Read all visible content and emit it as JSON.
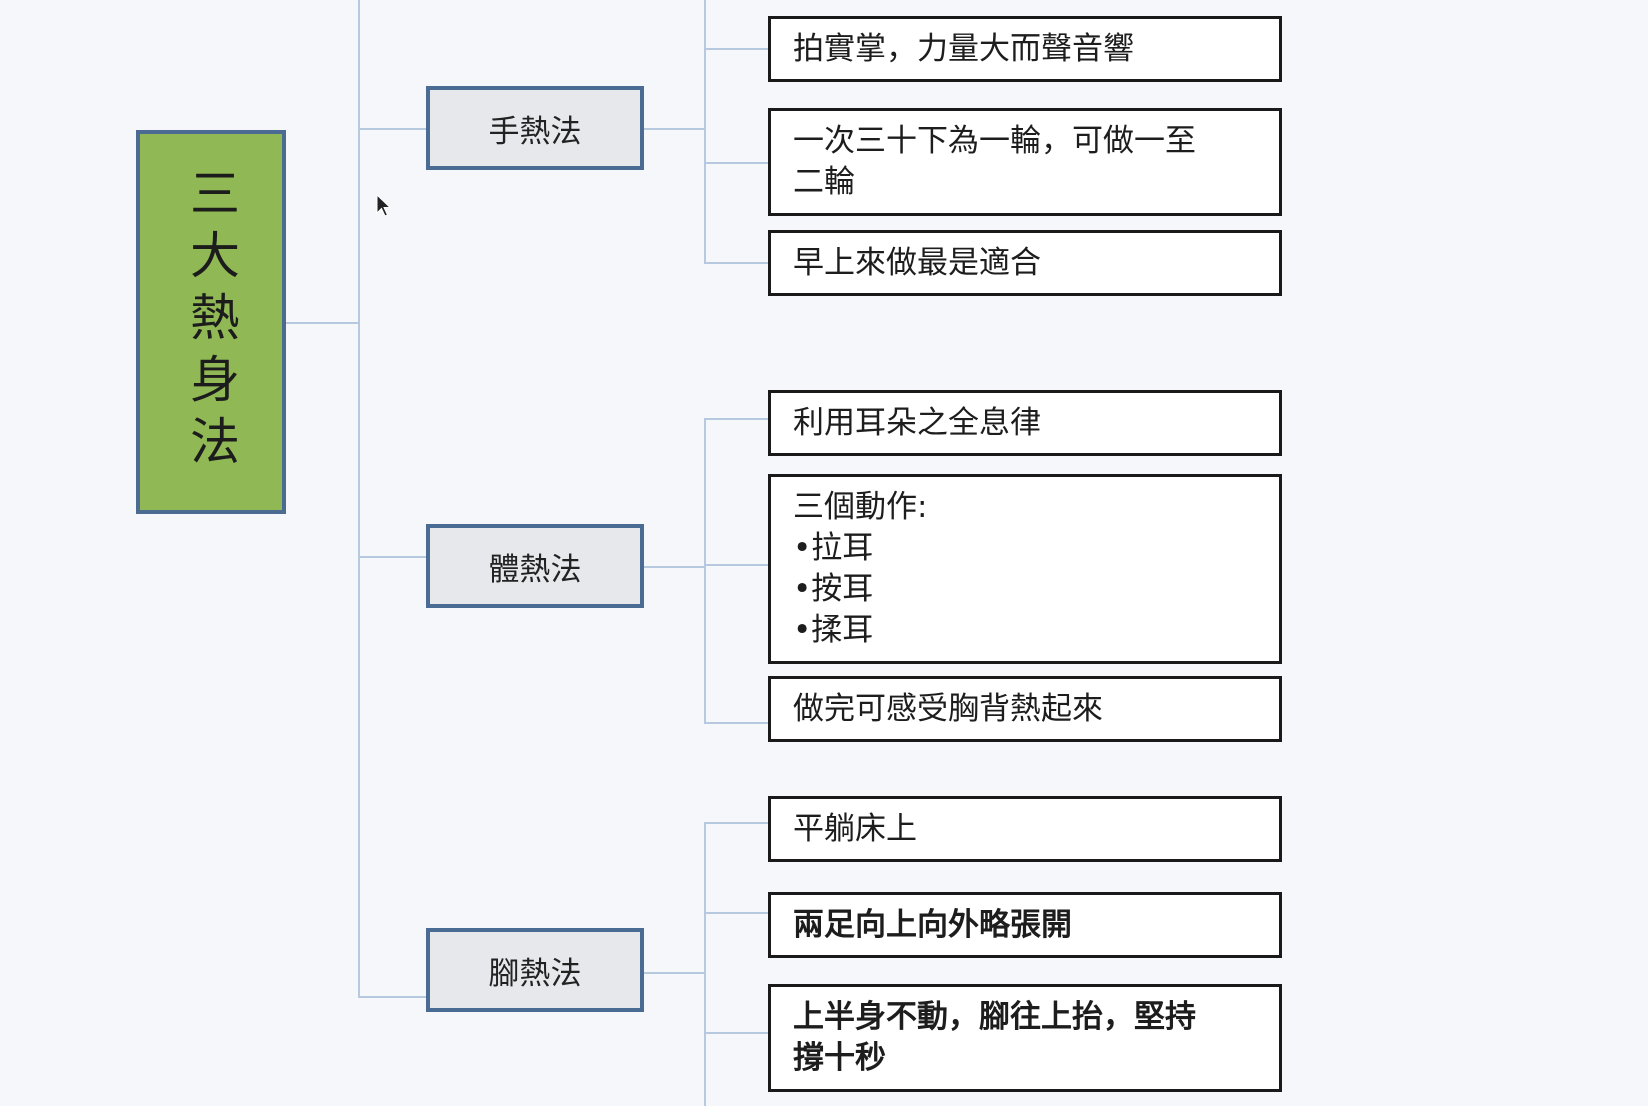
{
  "root": {
    "label": "三大熱身法"
  },
  "methods": [
    {
      "label": "手熱法",
      "details": [
        {
          "lines": [
            "拍實掌，力量大而聲音響"
          ]
        },
        {
          "lines": [
            "一次三十下為一輪，可做一至",
            "二輪"
          ]
        },
        {
          "lines": [
            "早上來做最是適合"
          ]
        }
      ]
    },
    {
      "label": "體熱法",
      "details": [
        {
          "lines": [
            "利用耳朵之全息律"
          ]
        },
        {
          "lines": [
            "三個動作:",
            "•拉耳",
            "•按耳",
            "•揉耳"
          ]
        },
        {
          "lines": [
            "做完可感受胸背熱起來"
          ]
        }
      ]
    },
    {
      "label": "腳熱法",
      "details": [
        {
          "lines": [
            "平躺床上"
          ]
        },
        {
          "lines": [
            "兩足向上向外略張開"
          ]
        },
        {
          "lines": [
            "上半身不動，腳往上抬，堅持",
            "撐十秒"
          ]
        }
      ]
    }
  ],
  "colors": {
    "root_fill": "#90b955",
    "root_border": "#4b6b92",
    "method_fill": "#e6e8ec",
    "method_border": "#4a6b93",
    "connector": "#b6c9de"
  }
}
